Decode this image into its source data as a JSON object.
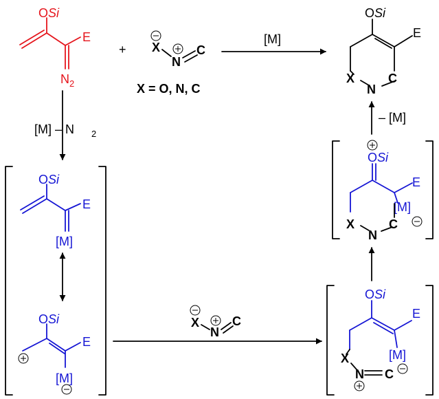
{
  "colors": {
    "reactant": "#e5141b",
    "intermediate": "#1515d4",
    "default": "#000000"
  },
  "labels": {
    "osi_o": "O",
    "osi_si": "Si",
    "e": "E",
    "n2_n": "N",
    "n2_sub": "2",
    "plus": "+",
    "x": "X",
    "n": "N",
    "c": "C",
    "x_equals": "X = O, N, C",
    "m": "[M]",
    "condition_left_prefix": "[M] – N",
    "condition_left_sub": "2",
    "condition_right": "– [M]",
    "condition_top": "[M]"
  }
}
